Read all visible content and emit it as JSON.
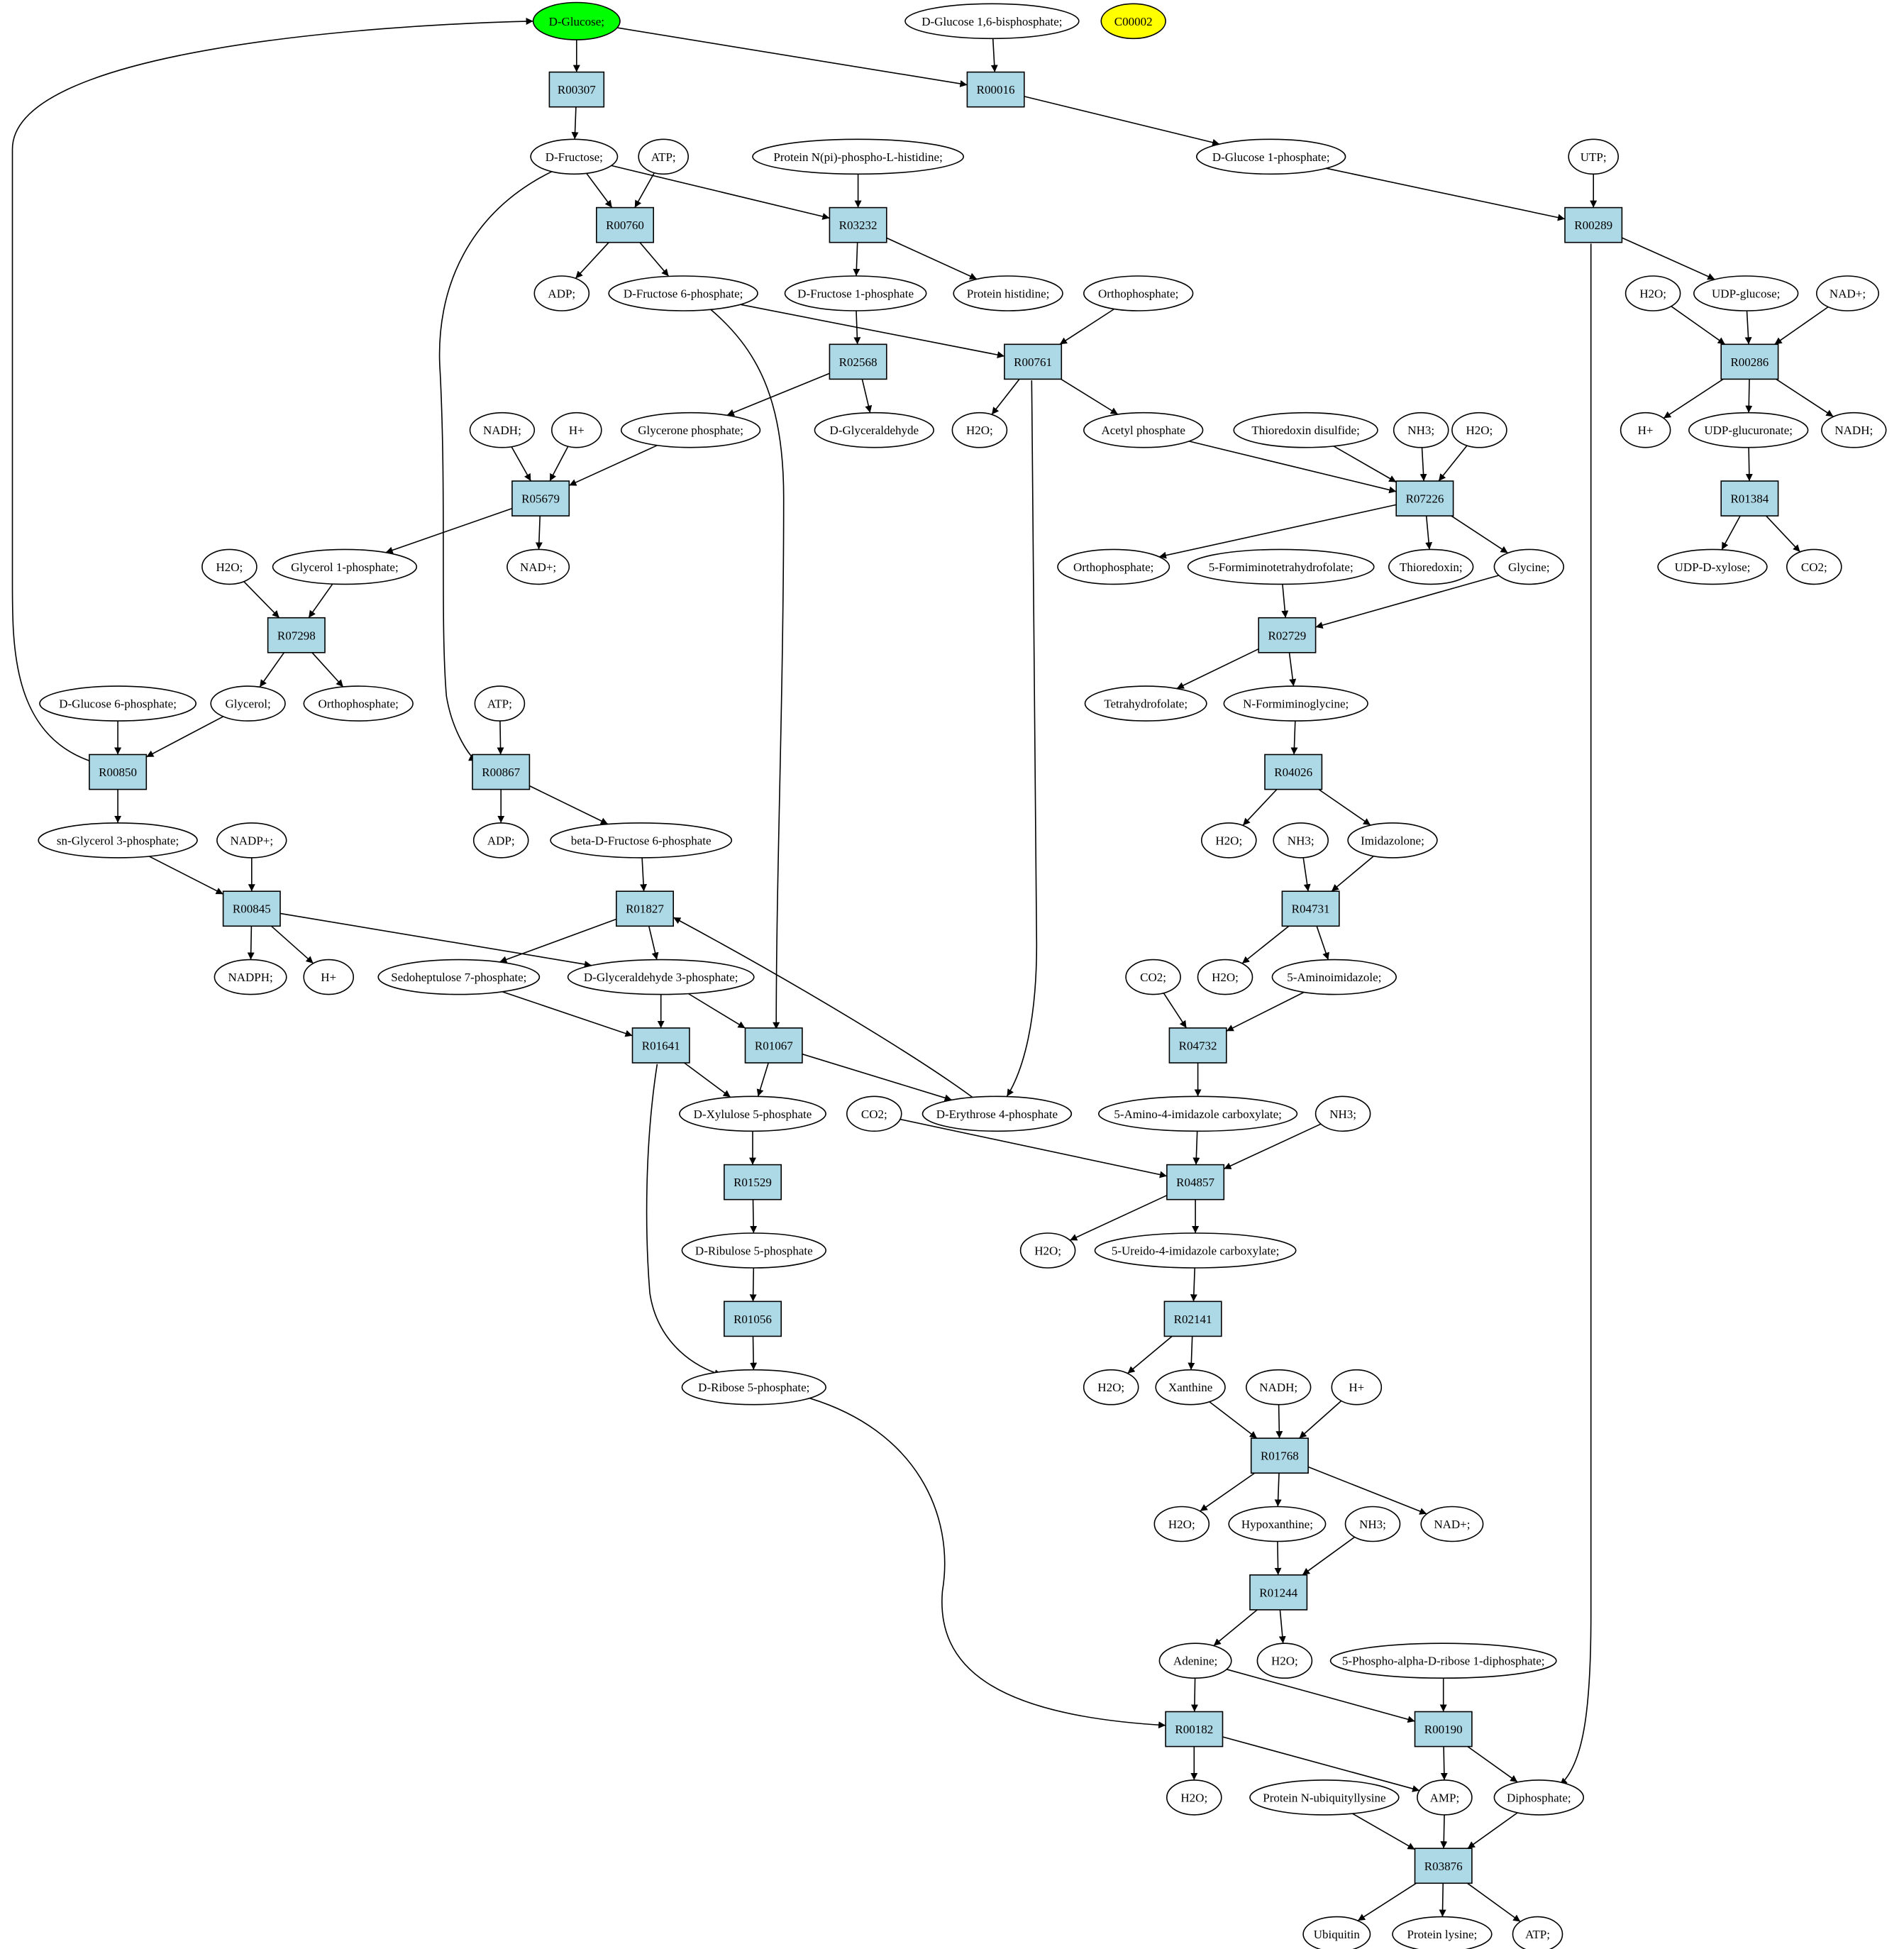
{
  "colors": {
    "start": "#00ff00",
    "highlight": "#ffff00",
    "reaction": "#add8e6",
    "metabolite": "#ffffff",
    "stroke": "#000000"
  },
  "nodes": [
    {
      "id": "glc",
      "label": "D-Glucose;",
      "kind": "start"
    },
    {
      "id": "glc16bp",
      "label": "D-Glucose 1,6-bisphosphate;",
      "kind": "metabolite"
    },
    {
      "id": "c00002",
      "label": "C00002",
      "kind": "highlight"
    },
    {
      "id": "R00307",
      "label": "R00307",
      "kind": "reaction"
    },
    {
      "id": "R00016",
      "label": "R00016",
      "kind": "reaction"
    },
    {
      "id": "fru",
      "label": "D-Fructose;",
      "kind": "metabolite"
    },
    {
      "id": "atp1",
      "label": "ATP;",
      "kind": "metabolite"
    },
    {
      "id": "protnpi",
      "label": "Protein N(pi)-phospho-L-histidine;",
      "kind": "metabolite"
    },
    {
      "id": "glc1p",
      "label": "D-Glucose 1-phosphate;",
      "kind": "metabolite"
    },
    {
      "id": "utp",
      "label": "UTP;",
      "kind": "metabolite"
    },
    {
      "id": "R00760",
      "label": "R00760",
      "kind": "reaction"
    },
    {
      "id": "R03232",
      "label": "R03232",
      "kind": "reaction"
    },
    {
      "id": "R00289",
      "label": "R00289",
      "kind": "reaction"
    },
    {
      "id": "adp1",
      "label": "ADP;",
      "kind": "metabolite"
    },
    {
      "id": "f6p",
      "label": "D-Fructose 6-phosphate;",
      "kind": "metabolite"
    },
    {
      "id": "f1p",
      "label": "D-Fructose 1-phosphate",
      "kind": "metabolite"
    },
    {
      "id": "prothis",
      "label": "Protein histidine;",
      "kind": "metabolite"
    },
    {
      "id": "pi1",
      "label": "Orthophosphate;",
      "kind": "metabolite"
    },
    {
      "id": "h2o_a",
      "label": "H2O;",
      "kind": "metabolite"
    },
    {
      "id": "udpglc",
      "label": "UDP-glucose;",
      "kind": "metabolite"
    },
    {
      "id": "nadp_a",
      "label": "NAD+;",
      "kind": "metabolite"
    },
    {
      "id": "R02568",
      "label": "R02568",
      "kind": "reaction"
    },
    {
      "id": "R00761",
      "label": "R00761",
      "kind": "reaction"
    },
    {
      "id": "R00286",
      "label": "R00286",
      "kind": "reaction"
    },
    {
      "id": "nadh1",
      "label": "NADH;",
      "kind": "metabolite"
    },
    {
      "id": "hplus1",
      "label": "H+",
      "kind": "metabolite"
    },
    {
      "id": "dhap",
      "label": "Glycerone phosphate;",
      "kind": "metabolite"
    },
    {
      "id": "glyald",
      "label": "D-Glyceraldehyde",
      "kind": "metabolite"
    },
    {
      "id": "h2o_b",
      "label": "H2O;",
      "kind": "metabolite"
    },
    {
      "id": "acp",
      "label": "Acetyl phosphate",
      "kind": "metabolite"
    },
    {
      "id": "trxss",
      "label": "Thioredoxin disulfide;",
      "kind": "metabolite"
    },
    {
      "id": "nh3_a",
      "label": "NH3;",
      "kind": "metabolite"
    },
    {
      "id": "h2o_c",
      "label": "H2O;",
      "kind": "metabolite"
    },
    {
      "id": "hplus2",
      "label": "H+",
      "kind": "metabolite"
    },
    {
      "id": "udpgluc",
      "label": "UDP-glucuronate;",
      "kind": "metabolite"
    },
    {
      "id": "nadh2",
      "label": "NADH;",
      "kind": "metabolite"
    },
    {
      "id": "R05679",
      "label": "R05679",
      "kind": "reaction"
    },
    {
      "id": "R07226",
      "label": "R07226",
      "kind": "reaction"
    },
    {
      "id": "R01384",
      "label": "R01384",
      "kind": "reaction"
    },
    {
      "id": "h2o_d",
      "label": "H2O;",
      "kind": "metabolite"
    },
    {
      "id": "gly1p",
      "label": "Glycerol 1-phosphate;",
      "kind": "metabolite"
    },
    {
      "id": "nadp_b",
      "label": "NAD+;",
      "kind": "metabolite"
    },
    {
      "id": "pi2",
      "label": "Orthophosphate;",
      "kind": "metabolite"
    },
    {
      "id": "fthf",
      "label": "5-Formiminotetrahydrofolate;",
      "kind": "metabolite"
    },
    {
      "id": "trx",
      "label": "Thioredoxin;",
      "kind": "metabolite"
    },
    {
      "id": "glycine",
      "label": "Glycine;",
      "kind": "metabolite"
    },
    {
      "id": "udpxyl",
      "label": "UDP-D-xylose;",
      "kind": "metabolite"
    },
    {
      "id": "co2_a",
      "label": "CO2;",
      "kind": "metabolite"
    },
    {
      "id": "R07298",
      "label": "R07298",
      "kind": "reaction"
    },
    {
      "id": "R02729",
      "label": "R02729",
      "kind": "reaction"
    },
    {
      "id": "g6p",
      "label": "D-Glucose 6-phosphate;",
      "kind": "metabolite"
    },
    {
      "id": "glycerol",
      "label": "Glycerol;",
      "kind": "metabolite"
    },
    {
      "id": "pi3",
      "label": "Orthophosphate;",
      "kind": "metabolite"
    },
    {
      "id": "atp2",
      "label": "ATP;",
      "kind": "metabolite"
    },
    {
      "id": "thf",
      "label": "Tetrahydrofolate;",
      "kind": "metabolite"
    },
    {
      "id": "nfgly",
      "label": "N-Formiminoglycine;",
      "kind": "metabolite"
    },
    {
      "id": "R00850",
      "label": "R00850",
      "kind": "reaction"
    },
    {
      "id": "R00867",
      "label": "R00867",
      "kind": "reaction"
    },
    {
      "id": "R04026",
      "label": "R04026",
      "kind": "reaction"
    },
    {
      "id": "sng3p",
      "label": "sn-Glycerol 3-phosphate;",
      "kind": "metabolite"
    },
    {
      "id": "nadpp",
      "label": "NADP+;",
      "kind": "metabolite"
    },
    {
      "id": "adp2",
      "label": "ADP;",
      "kind": "metabolite"
    },
    {
      "id": "bf6p",
      "label": "beta-D-Fructose 6-phosphate",
      "kind": "metabolite"
    },
    {
      "id": "h2o_e",
      "label": "H2O;",
      "kind": "metabolite"
    },
    {
      "id": "nh3_b",
      "label": "NH3;",
      "kind": "metabolite"
    },
    {
      "id": "imid",
      "label": "Imidazolone;",
      "kind": "metabolite"
    },
    {
      "id": "R00845",
      "label": "R00845",
      "kind": "reaction"
    },
    {
      "id": "R01827",
      "label": "R01827",
      "kind": "reaction"
    },
    {
      "id": "R04731",
      "label": "R04731",
      "kind": "reaction"
    },
    {
      "id": "nadph",
      "label": "NADPH;",
      "kind": "metabolite"
    },
    {
      "id": "hplus3",
      "label": "H+",
      "kind": "metabolite"
    },
    {
      "id": "s7p",
      "label": "Sedoheptulose 7-phosphate;",
      "kind": "metabolite"
    },
    {
      "id": "gap",
      "label": "D-Glyceraldehyde 3-phosphate;",
      "kind": "metabolite"
    },
    {
      "id": "co2_b",
      "label": "CO2;",
      "kind": "metabolite"
    },
    {
      "id": "h2o_f",
      "label": "H2O;",
      "kind": "metabolite"
    },
    {
      "id": "aimid",
      "label": "5-Aminoimidazole;",
      "kind": "metabolite"
    },
    {
      "id": "R01641",
      "label": "R01641",
      "kind": "reaction"
    },
    {
      "id": "R01067",
      "label": "R01067",
      "kind": "reaction"
    },
    {
      "id": "R04732",
      "label": "R04732",
      "kind": "reaction"
    },
    {
      "id": "xu5p",
      "label": "D-Xylulose 5-phosphate",
      "kind": "metabolite"
    },
    {
      "id": "co2_c",
      "label": "CO2;",
      "kind": "metabolite"
    },
    {
      "id": "e4p",
      "label": "D-Erythrose 4-phosphate",
      "kind": "metabolite"
    },
    {
      "id": "aicarb",
      "label": "5-Amino-4-imidazole carboxylate;",
      "kind": "metabolite"
    },
    {
      "id": "nh3_c",
      "label": "NH3;",
      "kind": "metabolite"
    },
    {
      "id": "R01529",
      "label": "R01529",
      "kind": "reaction"
    },
    {
      "id": "R04857",
      "label": "R04857",
      "kind": "reaction"
    },
    {
      "id": "ru5p",
      "label": "D-Ribulose 5-phosphate",
      "kind": "metabolite"
    },
    {
      "id": "h2o_g",
      "label": "H2O;",
      "kind": "metabolite"
    },
    {
      "id": "uicarb",
      "label": "5-Ureido-4-imidazole carboxylate;",
      "kind": "metabolite"
    },
    {
      "id": "R01056",
      "label": "R01056",
      "kind": "reaction"
    },
    {
      "id": "R02141",
      "label": "R02141",
      "kind": "reaction"
    },
    {
      "id": "r5p",
      "label": "D-Ribose 5-phosphate;",
      "kind": "metabolite"
    },
    {
      "id": "h2o_h",
      "label": "H2O;",
      "kind": "metabolite"
    },
    {
      "id": "xan",
      "label": "Xanthine",
      "kind": "metabolite"
    },
    {
      "id": "nadh3",
      "label": "NADH;",
      "kind": "metabolite"
    },
    {
      "id": "hplus4",
      "label": "H+",
      "kind": "metabolite"
    },
    {
      "id": "R01768",
      "label": "R01768",
      "kind": "reaction"
    },
    {
      "id": "h2o_i",
      "label": "H2O;",
      "kind": "metabolite"
    },
    {
      "id": "hyp",
      "label": "Hypoxanthine;",
      "kind": "metabolite"
    },
    {
      "id": "nh3_d",
      "label": "NH3;",
      "kind": "metabolite"
    },
    {
      "id": "nadp_c",
      "label": "NAD+;",
      "kind": "metabolite"
    },
    {
      "id": "R01244",
      "label": "R01244",
      "kind": "reaction"
    },
    {
      "id": "ade",
      "label": "Adenine;",
      "kind": "metabolite"
    },
    {
      "id": "h2o_j",
      "label": "H2O;",
      "kind": "metabolite"
    },
    {
      "id": "prpp",
      "label": "5-Phospho-alpha-D-ribose 1-diphosphate;",
      "kind": "metabolite"
    },
    {
      "id": "R00182",
      "label": "R00182",
      "kind": "reaction"
    },
    {
      "id": "R00190",
      "label": "R00190",
      "kind": "reaction"
    },
    {
      "id": "h2o_k",
      "label": "H2O;",
      "kind": "metabolite"
    },
    {
      "id": "protubq",
      "label": "Protein N-ubiquityllysine",
      "kind": "metabolite"
    },
    {
      "id": "amp",
      "label": "AMP;",
      "kind": "metabolite"
    },
    {
      "id": "ppi",
      "label": "Diphosphate;",
      "kind": "metabolite"
    },
    {
      "id": "R03876",
      "label": "R03876",
      "kind": "reaction"
    },
    {
      "id": "ubq",
      "label": "Ubiquitin",
      "kind": "metabolite"
    },
    {
      "id": "protlys",
      "label": "Protein lysine;",
      "kind": "metabolite"
    },
    {
      "id": "atp3",
      "label": "ATP;",
      "kind": "metabolite"
    }
  ],
  "edges": [
    [
      "glc",
      "R00307"
    ],
    [
      "glc",
      "R00016"
    ],
    [
      "glc16bp",
      "R00016"
    ],
    [
      "R00307",
      "fru"
    ],
    [
      "R00016",
      "glc1p"
    ],
    [
      "fru",
      "R00760"
    ],
    [
      "atp1",
      "R00760"
    ],
    [
      "fru",
      "R03232"
    ],
    [
      "protnpi",
      "R03232"
    ],
    [
      "fru",
      "R00867"
    ],
    [
      "glc1p",
      "R00289"
    ],
    [
      "utp",
      "R00289"
    ],
    [
      "R00760",
      "adp1"
    ],
    [
      "R00760",
      "f6p"
    ],
    [
      "R03232",
      "f1p"
    ],
    [
      "R03232",
      "prothis"
    ],
    [
      "R00289",
      "udpglc"
    ],
    [
      "R00289",
      "ppi"
    ],
    [
      "f6p",
      "R00761"
    ],
    [
      "pi1",
      "R00761"
    ],
    [
      "f6p",
      "R01067"
    ],
    [
      "f1p",
      "R02568"
    ],
    [
      "h2o_a",
      "R00286"
    ],
    [
      "udpglc",
      "R00286"
    ],
    [
      "nadp_a",
      "R00286"
    ],
    [
      "R02568",
      "dhap"
    ],
    [
      "R02568",
      "glyald"
    ],
    [
      "R00761",
      "h2o_b"
    ],
    [
      "R00761",
      "acp"
    ],
    [
      "R00761",
      "e4p"
    ],
    [
      "R00286",
      "hplus2"
    ],
    [
      "R00286",
      "udpgluc"
    ],
    [
      "R00286",
      "nadh2"
    ],
    [
      "nadh1",
      "R05679"
    ],
    [
      "hplus1",
      "R05679"
    ],
    [
      "dhap",
      "R05679"
    ],
    [
      "acp",
      "R07226"
    ],
    [
      "trxss",
      "R07226"
    ],
    [
      "nh3_a",
      "R07226"
    ],
    [
      "h2o_c",
      "R07226"
    ],
    [
      "udpgluc",
      "R01384"
    ],
    [
      "R05679",
      "gly1p"
    ],
    [
      "R05679",
      "nadp_b"
    ],
    [
      "R07226",
      "pi2"
    ],
    [
      "R07226",
      "trx"
    ],
    [
      "R07226",
      "glycine"
    ],
    [
      "R01384",
      "udpxyl"
    ],
    [
      "R01384",
      "co2_a"
    ],
    [
      "h2o_d",
      "R07298"
    ],
    [
      "gly1p",
      "R07298"
    ],
    [
      "fthf",
      "R02729"
    ],
    [
      "glycine",
      "R02729"
    ],
    [
      "R07298",
      "glycerol"
    ],
    [
      "R07298",
      "pi3"
    ],
    [
      "R02729",
      "thf"
    ],
    [
      "R02729",
      "nfgly"
    ],
    [
      "g6p",
      "R00850"
    ],
    [
      "glycerol",
      "R00850"
    ],
    [
      "R00850",
      "glc"
    ],
    [
      "atp2",
      "R00867"
    ],
    [
      "nfgly",
      "R04026"
    ],
    [
      "R00850",
      "sng3p"
    ],
    [
      "R00867",
      "adp2"
    ],
    [
      "R00867",
      "bf6p"
    ],
    [
      "R04026",
      "h2o_e"
    ],
    [
      "R04026",
      "imid"
    ],
    [
      "sng3p",
      "R00845"
    ],
    [
      "nadpp",
      "R00845"
    ],
    [
      "bf6p",
      "R01827"
    ],
    [
      "nh3_b",
      "R04731"
    ],
    [
      "imid",
      "R04731"
    ],
    [
      "R00845",
      "nadph"
    ],
    [
      "R00845",
      "hplus3"
    ],
    [
      "R00845",
      "gap"
    ],
    [
      "R01827",
      "s7p"
    ],
    [
      "R01827",
      "gap"
    ],
    [
      "R04731",
      "h2o_f"
    ],
    [
      "R04731",
      "aimid"
    ],
    [
      "s7p",
      "R01641"
    ],
    [
      "gap",
      "R01641"
    ],
    [
      "gap",
      "R01067"
    ],
    [
      "co2_b",
      "R04732"
    ],
    [
      "aimid",
      "R04732"
    ],
    [
      "R01641",
      "xu5p"
    ],
    [
      "R01641",
      "r5p"
    ],
    [
      "R01067",
      "xu5p"
    ],
    [
      "R01067",
      "e4p"
    ],
    [
      "e4p",
      "R01827"
    ],
    [
      "R04732",
      "aicarb"
    ],
    [
      "xu5p",
      "R01529"
    ],
    [
      "co2_c",
      "R04857"
    ],
    [
      "aicarb",
      "R04857"
    ],
    [
      "nh3_c",
      "R04857"
    ],
    [
      "R01529",
      "ru5p"
    ],
    [
      "R04857",
      "h2o_g"
    ],
    [
      "R04857",
      "uicarb"
    ],
    [
      "ru5p",
      "R01056"
    ],
    [
      "uicarb",
      "R02141"
    ],
    [
      "R01056",
      "r5p"
    ],
    [
      "R02141",
      "h2o_h"
    ],
    [
      "R02141",
      "xan"
    ],
    [
      "xan",
      "R01768"
    ],
    [
      "nadh3",
      "R01768"
    ],
    [
      "hplus4",
      "R01768"
    ],
    [
      "R01768",
      "h2o_i"
    ],
    [
      "R01768",
      "hyp"
    ],
    [
      "R01768",
      "nadp_c"
    ],
    [
      "hyp",
      "R01244"
    ],
    [
      "nh3_d",
      "R01244"
    ],
    [
      "R01244",
      "ade"
    ],
    [
      "R01244",
      "h2o_j"
    ],
    [
      "r5p",
      "R00182"
    ],
    [
      "ade",
      "R00182"
    ],
    [
      "ade",
      "R00190"
    ],
    [
      "prpp",
      "R00190"
    ],
    [
      "R00182",
      "h2o_k"
    ],
    [
      "R00182",
      "amp"
    ],
    [
      "R00190",
      "amp"
    ],
    [
      "R00190",
      "ppi"
    ],
    [
      "protubq",
      "R03876"
    ],
    [
      "amp",
      "R03876"
    ],
    [
      "ppi",
      "R03876"
    ],
    [
      "R03876",
      "ubq"
    ],
    [
      "R03876",
      "protlys"
    ],
    [
      "R03876",
      "atp3"
    ]
  ]
}
